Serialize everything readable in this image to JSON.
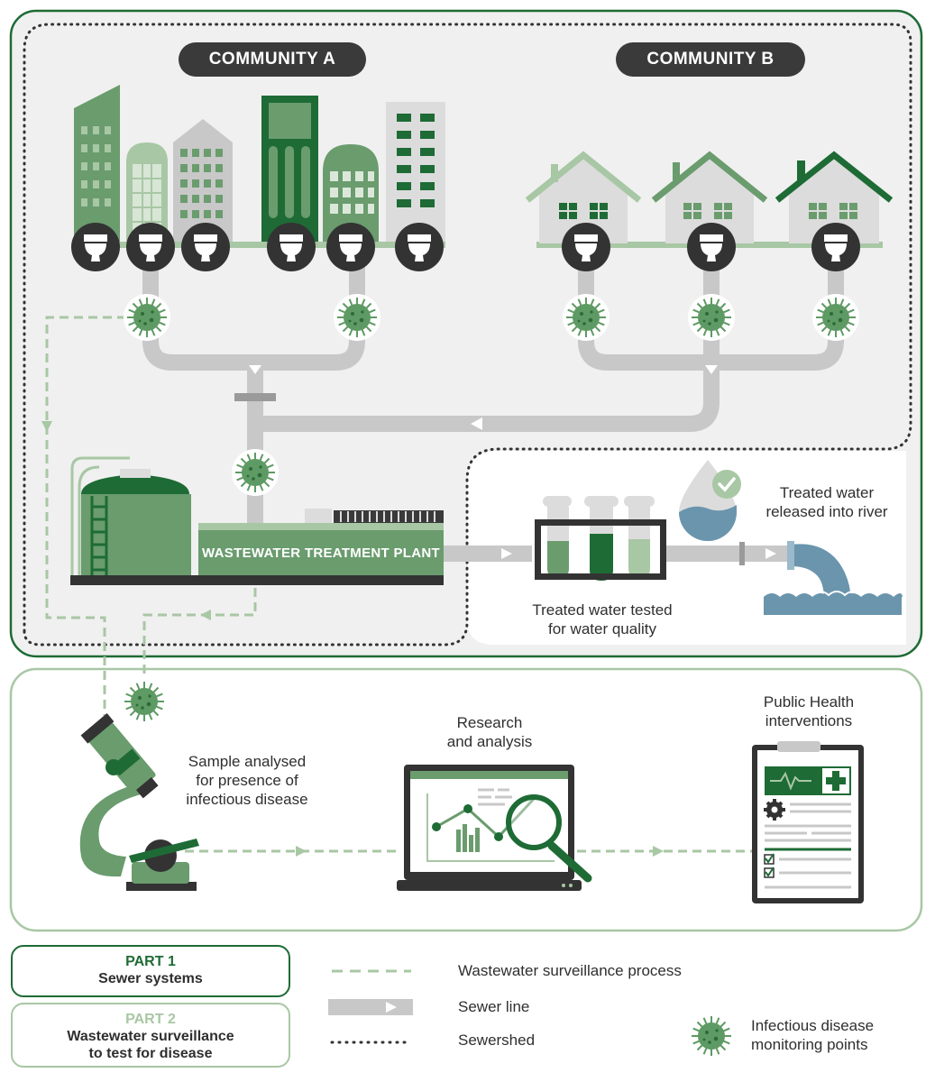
{
  "communities": {
    "a": "COMMUNITY A",
    "b": "COMMUNITY B"
  },
  "plant": {
    "label": "WASTEWATER TREATMENT PLANT"
  },
  "steps": {
    "tested": "Treated water tested\nfor water quality",
    "released": "Treated water\nreleased into river",
    "sample": "Sample analysed\nfor presence of\ninfectious disease",
    "research": "Research\nand analysis",
    "public_health": "Public Health\ninterventions"
  },
  "parts": [
    {
      "title": "PART 1",
      "subtitle": "Sewer systems"
    },
    {
      "title": "PART 2",
      "subtitle": "Wastewater surveillance\nto test for disease"
    }
  ],
  "legend": {
    "process": "Wastewater surveillance process",
    "sewer": "Sewer line",
    "sewershed": "Sewershed",
    "monitoring": "Infectious disease\nmonitoring points"
  },
  "colors": {
    "dark_green": "#1e6b35",
    "mid_green": "#6a9c6e",
    "light_green": "#a8c7a4",
    "pipe_gray": "#c8c8c8",
    "dark_gray": "#3a3a3a",
    "water_blue": "#6a95ad",
    "panel_bg": "#f0f0f0"
  },
  "icons": [
    "toilet-icon",
    "virus-icon",
    "microscope-icon",
    "laptop-icon",
    "magnifier-icon",
    "clipboard-icon",
    "test-tubes-icon",
    "water-drop-icon",
    "outfall-pipe-icon"
  ]
}
